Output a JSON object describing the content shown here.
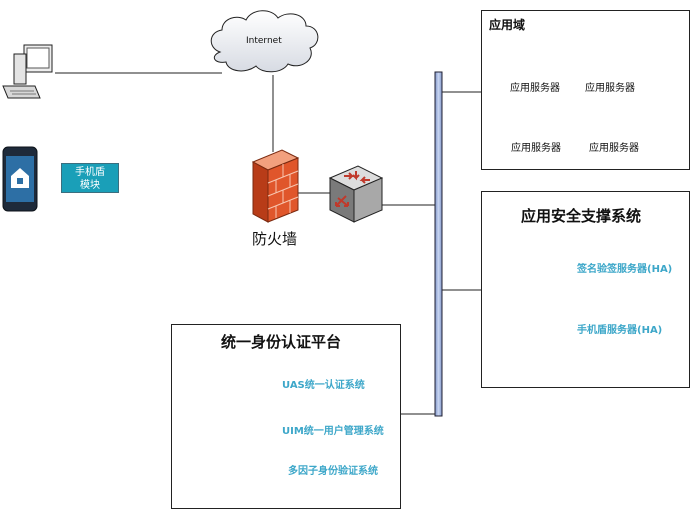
{
  "internet": {
    "label": "Internet"
  },
  "mobile_shield_module": {
    "label_line1": "手机盾",
    "label_line2": "模块"
  },
  "firewall": {
    "label": "防火墙"
  },
  "app_domain": {
    "title": "应用域",
    "servers": [
      "应用服务器",
      "应用服务器",
      "应用服务器",
      "应用服务器"
    ]
  },
  "security_system": {
    "title": "应用安全支撑系统",
    "services": [
      "签名验签服务器(HA)",
      "手机盾服务器(HA)"
    ]
  },
  "auth_platform": {
    "title": "统一身份认证平台",
    "services": [
      "UAS统一认证系统",
      "UIM统一用户管理系统",
      "多因子身份验证系统"
    ]
  },
  "colors": {
    "accent_blue": "#3da7c9",
    "module_bg": "#1a9fb8",
    "backbone": "#a9bfe8",
    "firewall": "#e0562b"
  }
}
